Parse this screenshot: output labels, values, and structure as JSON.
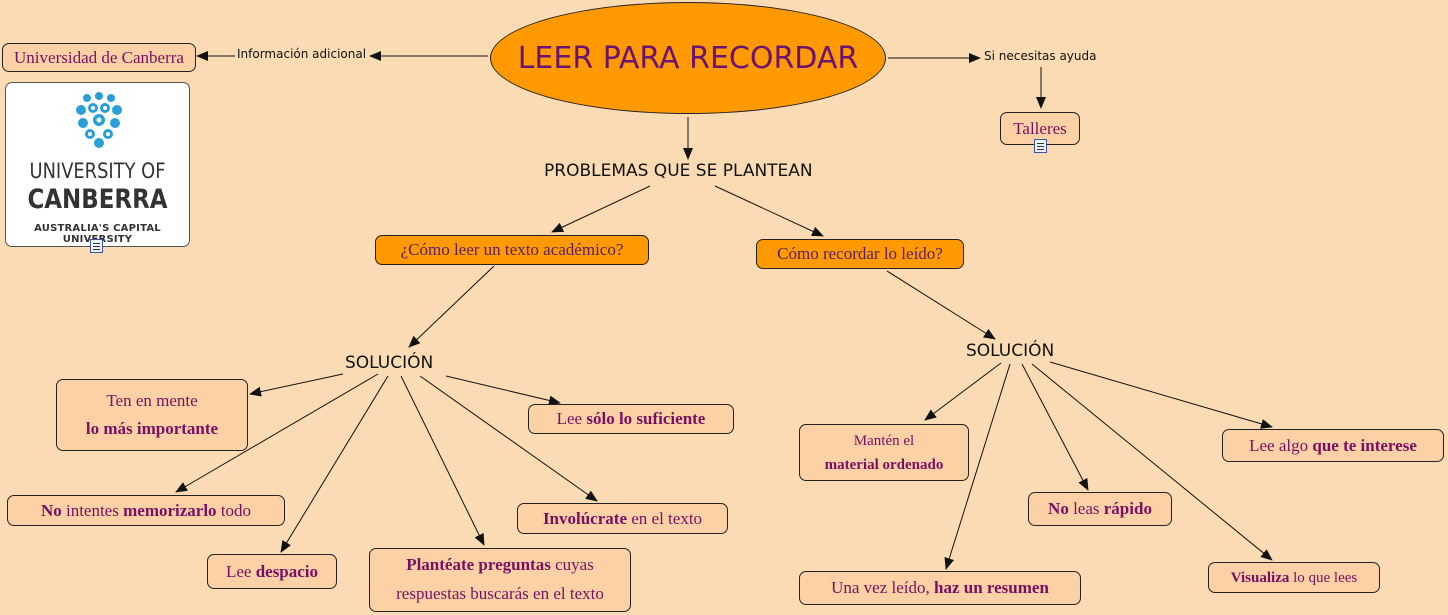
{
  "root": {
    "title": "LEER PARA RECORDAR"
  },
  "left_branch": {
    "link_label": "Información adicional",
    "node": "Universidad de Canberra",
    "logo": {
      "line1": "UNIVERSITY OF",
      "line2": "CANBERRA",
      "line3": "AUSTRALIA'S CAPITAL UNIVERSITY",
      "colors": {
        "mark": "#2a9fd6",
        "mark_dark": "#1a6aa8"
      }
    }
  },
  "right_branch": {
    "link_label": "Si necesitas ayuda",
    "node": "Talleres"
  },
  "problems": {
    "title": "PROBLEMAS QUE SE PLANTEAN",
    "q1": "¿Cómo leer un texto académico?",
    "q2": "Cómo recordar lo leído?"
  },
  "solution_left": {
    "title": "SOLUCIÓN",
    "items": {
      "ten_en_mente_1": "Ten en mente",
      "ten_en_mente_2": "lo más importante",
      "lee_solo_1": "Lee ",
      "lee_solo_2": "sólo lo suficiente",
      "no_intentes_1": "No",
      "no_intentes_2": " intentes ",
      "no_intentes_3": "memorizarlo",
      "no_intentes_4": " todo",
      "involucrate_1": "Involúcrate",
      "involucrate_2": " en el texto",
      "lee_despacio_1": "Lee ",
      "lee_despacio_2": "despacio",
      "planteate_1": "Plantéate preguntas",
      "planteate_2": " cuyas",
      "planteate_3": "respuestas buscarás en el texto"
    }
  },
  "solution_right": {
    "title": "SOLUCIÓN",
    "items": {
      "manten_1": "Mantén el",
      "manten_2": "material ordenado",
      "lee_algo_1": "Lee algo ",
      "lee_algo_2": "que te interese",
      "no_leas_1": "No",
      "no_leas_2": " leas ",
      "no_leas_3": "rápido",
      "resumen_1": "Una vez leído, ",
      "resumen_2": "haz un resumen",
      "visualiza_1": "Visualiza",
      "visualiza_2": " lo que lees"
    }
  },
  "colors": {
    "background": "#fbdbb4",
    "node_fill": "#fcd1a6",
    "accent_orange": "#fe9900",
    "node_text": "#7a0f62"
  },
  "icons": [
    "document-icon"
  ]
}
